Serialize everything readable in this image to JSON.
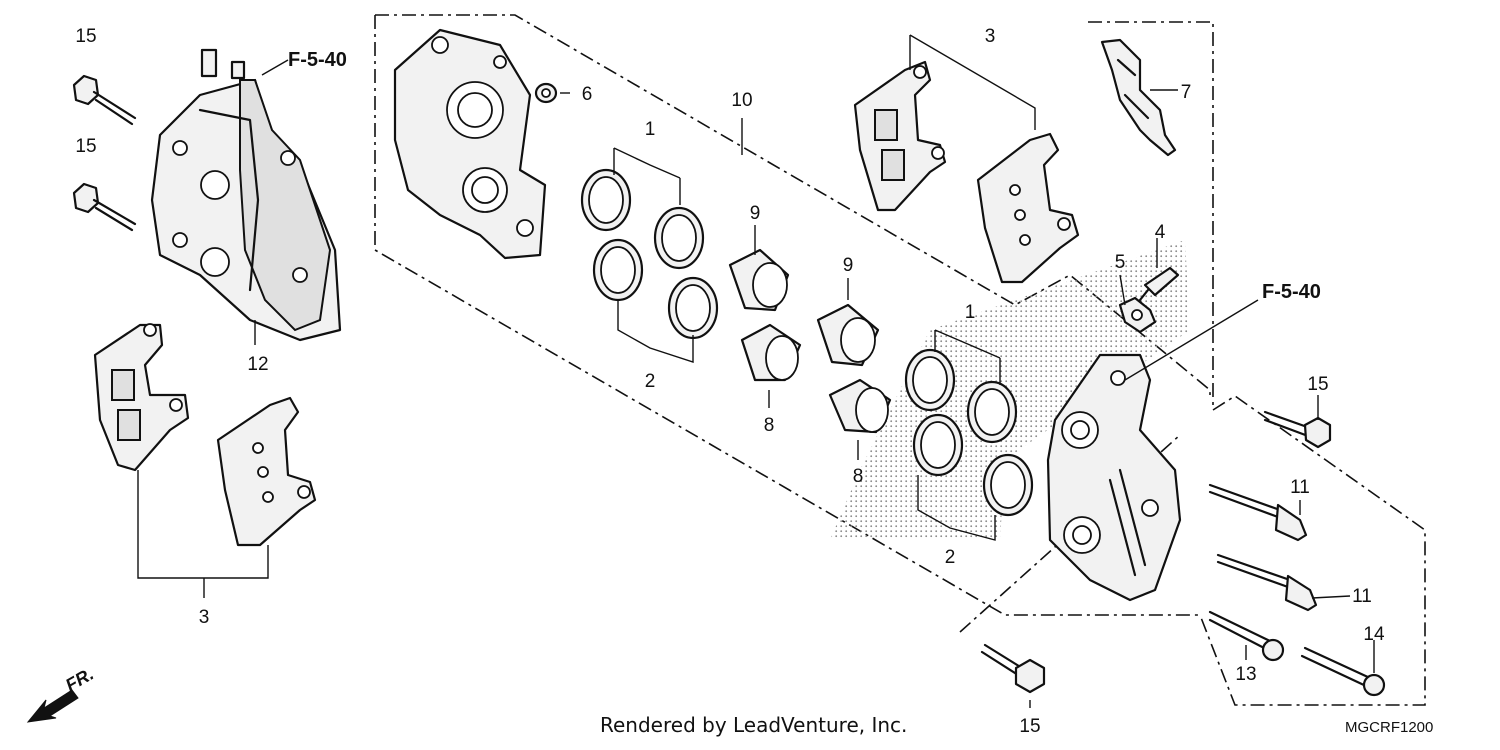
{
  "reference_labels": [
    "F-5-40",
    "F-5-40"
  ],
  "callouts": [
    "15",
    "15",
    "12",
    "3",
    "6",
    "10",
    "1",
    "2",
    "9",
    "8",
    "9",
    "8",
    "3",
    "7",
    "4",
    "5",
    "1",
    "2",
    "15",
    "11",
    "11",
    "14",
    "13",
    "15"
  ],
  "direction_label": "FR.",
  "credit": "Rendered by LeadVenture, Inc.",
  "diagram_code": "MGCRF1200"
}
